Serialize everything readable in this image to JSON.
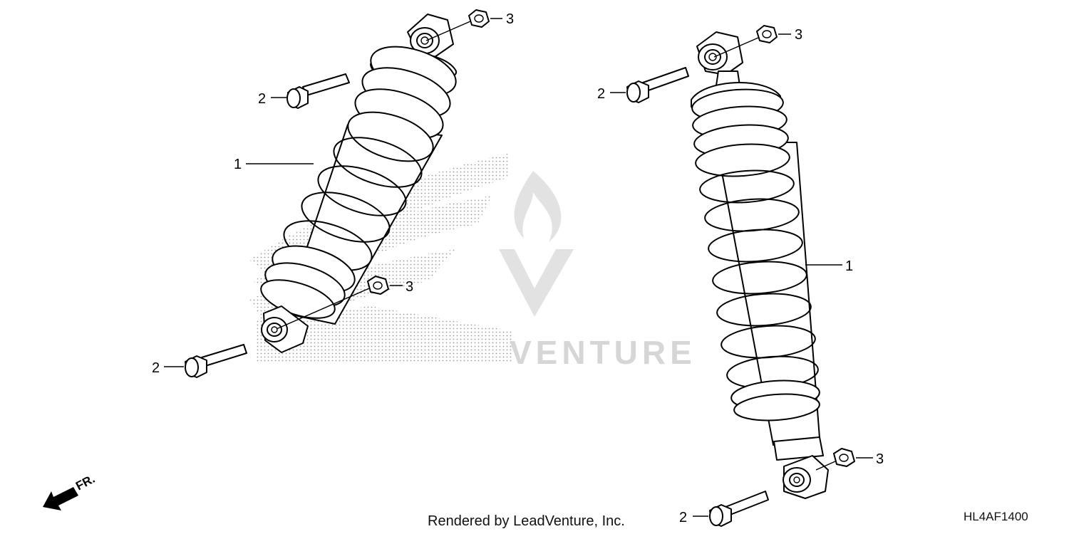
{
  "callouts": {
    "left_top_nut": "3",
    "left_top_bolt": "2",
    "left_shock": "1",
    "left_bottom_nut": "3",
    "left_bottom_bolt": "2",
    "right_top_nut": "3",
    "right_top_bolt": "2",
    "right_shock": "1",
    "right_bottom_nut": "3",
    "right_bottom_bolt": "2"
  },
  "direction_label": "FR.",
  "watermark_text": "VENTURE",
  "footer": {
    "rendered_by": "Rendered by LeadVenture, Inc.",
    "diagram_code": "HL4AF1400"
  },
  "colors": {
    "line": "#000000",
    "background": "#ffffff",
    "watermark": "#d6d6d6",
    "stipple": "#9a9a9a"
  },
  "icons": {
    "direction": "front-arrow-icon",
    "watermark_logo": "leadventure-flame-logo-icon",
    "watermark_wing": "honda-wing-logo-icon"
  }
}
